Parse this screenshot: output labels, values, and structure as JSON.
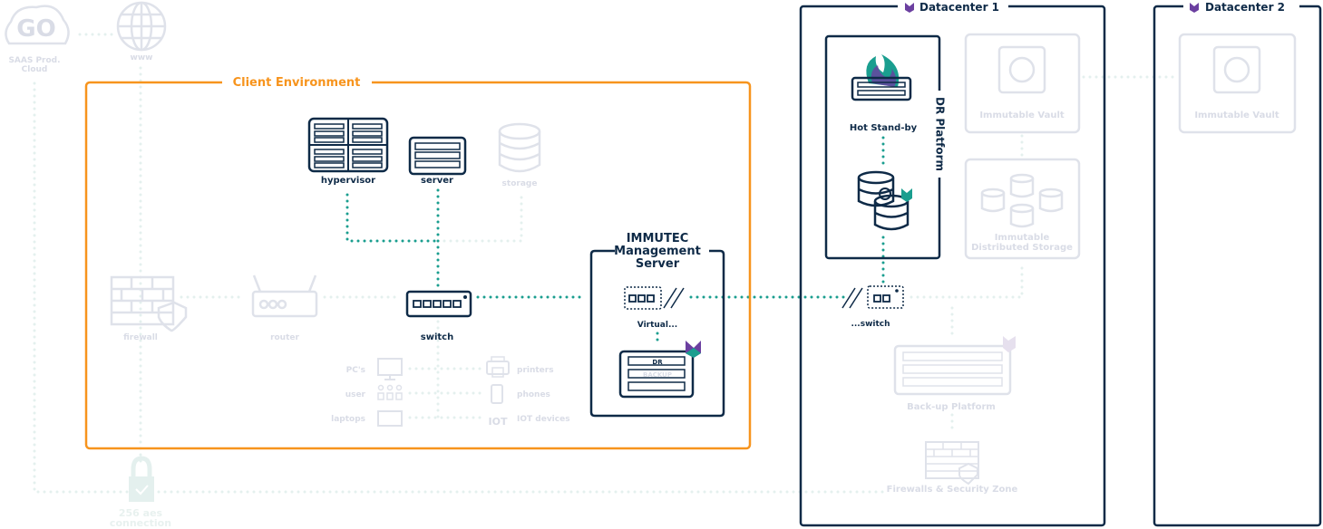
{
  "colors": {
    "navy": "#0e2a47",
    "teal": "#1a9e8f",
    "orange": "#f7941d",
    "faded": "#dfe2ea"
  },
  "cloud": {
    "logo": "GO",
    "label_line1": "SAAS Prod.",
    "label_line2": "Cloud"
  },
  "www": {
    "label": "www"
  },
  "client_env": {
    "title": "Client Environment",
    "hypervisor": "hypervisor",
    "server": "server",
    "storage": "storage",
    "firewall": "firewall",
    "router": "router",
    "switch": "switch",
    "devices_left": [
      "PC's",
      "user",
      "laptops"
    ],
    "devices_right": [
      "printers",
      "phones",
      "IOT devices"
    ]
  },
  "immutec": {
    "title_line1": "IMMUTEC",
    "title_line2": "Management",
    "title_line3": "Server",
    "virtual": "Virtual...",
    "dr": "DR",
    "backup": "BACKUP"
  },
  "datacenter1": {
    "title": "Datacenter 1",
    "dr_platform": "DR Platform",
    "hot_standby": "Hot Stand-by",
    "switch": "...switch",
    "immutable_vault": "Immutable Vault",
    "distributed_line1": "Immutable",
    "distributed_line2": "Distributed Storage",
    "backup_platform": "Back-up Platform",
    "firewalls": "Firewalls & Security Zone"
  },
  "datacenter2": {
    "title": "Datacenter 2",
    "immutable_vault": "Immutable Vault"
  },
  "encryption": {
    "line1": "256 aes",
    "line2": "connection"
  }
}
